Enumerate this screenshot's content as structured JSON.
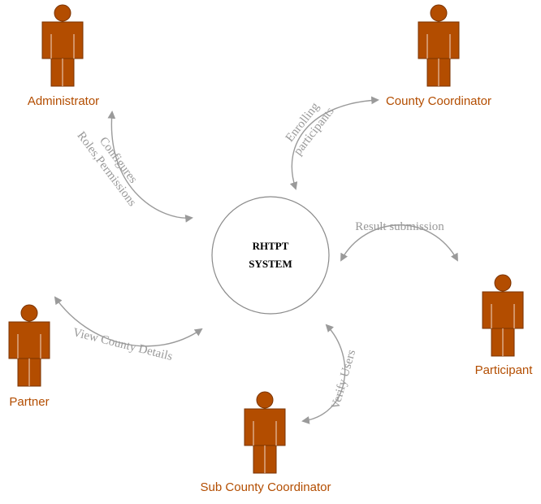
{
  "system": {
    "line1": "RHTPT",
    "line2": "SYSTEM"
  },
  "actors": {
    "administrator": "Administrator",
    "county_coordinator": "County Coordinator",
    "participant": "Participant",
    "partner": "Partner",
    "sub_county_coordinator": "Sub County Coordinator"
  },
  "edges": {
    "configures_line1": "Configures",
    "configures_line2": "Roles,Permissions",
    "enrolling_line1": "Enrolling",
    "enrolling_line2": "participants",
    "result_submission": "Result submission",
    "view_county_details": "View County Details",
    "verify_users": "Verify Users"
  },
  "colors": {
    "actor_fill": "#b34d00",
    "actor_stroke": "#7a3300",
    "actor_label": "#b34d00",
    "edge": "#9a9a9a",
    "edge_label": "#999999"
  }
}
